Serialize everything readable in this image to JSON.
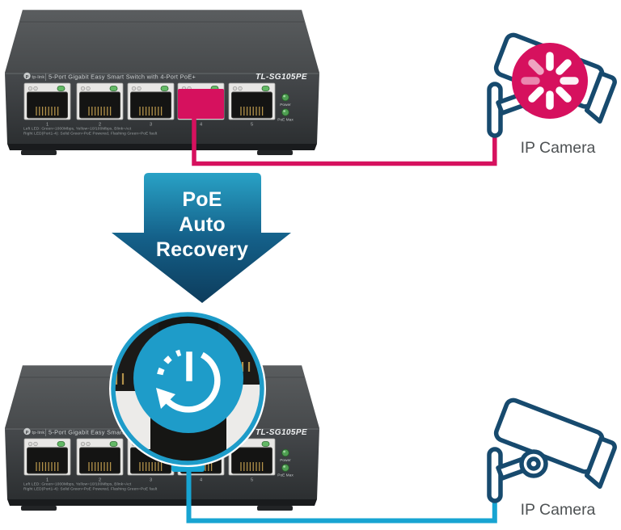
{
  "diagram": {
    "switch": {
      "brand": "tp-link",
      "logo_letter": "P",
      "band_text": "5-Port Gigabit Easy Smart Switch with 4-Port PoE+",
      "model": "TL-SG105PE",
      "ports": [
        "1",
        "2",
        "3",
        "4",
        "5"
      ],
      "leds": {
        "power": "Power",
        "poe_max": "PoE Max"
      },
      "fineprint_line1": "Left LED:  Green=1000Mbps, Yellow=10/100Mbps, Blink=Act",
      "fineprint_line2": "Right LED(Port1-4):  Solid Green=PoE Powered, Flashing Green=PoE fault"
    },
    "arrow": {
      "line1": "PoE",
      "line2": "Auto",
      "line3": "Recovery"
    },
    "cameras": {
      "top_label": "IP Camera",
      "bottom_label": "IP Camera"
    },
    "colors": {
      "pink": "#d6115e",
      "cyan": "#17a4d2",
      "magnifier_blue": "#1e9cc9",
      "navy": "#174a6e",
      "arrow_top": "#29a2c6",
      "arrow_bottom": "#0d3c5c",
      "led_green": "#4f9f52",
      "label_gray": "#4e5254"
    }
  }
}
